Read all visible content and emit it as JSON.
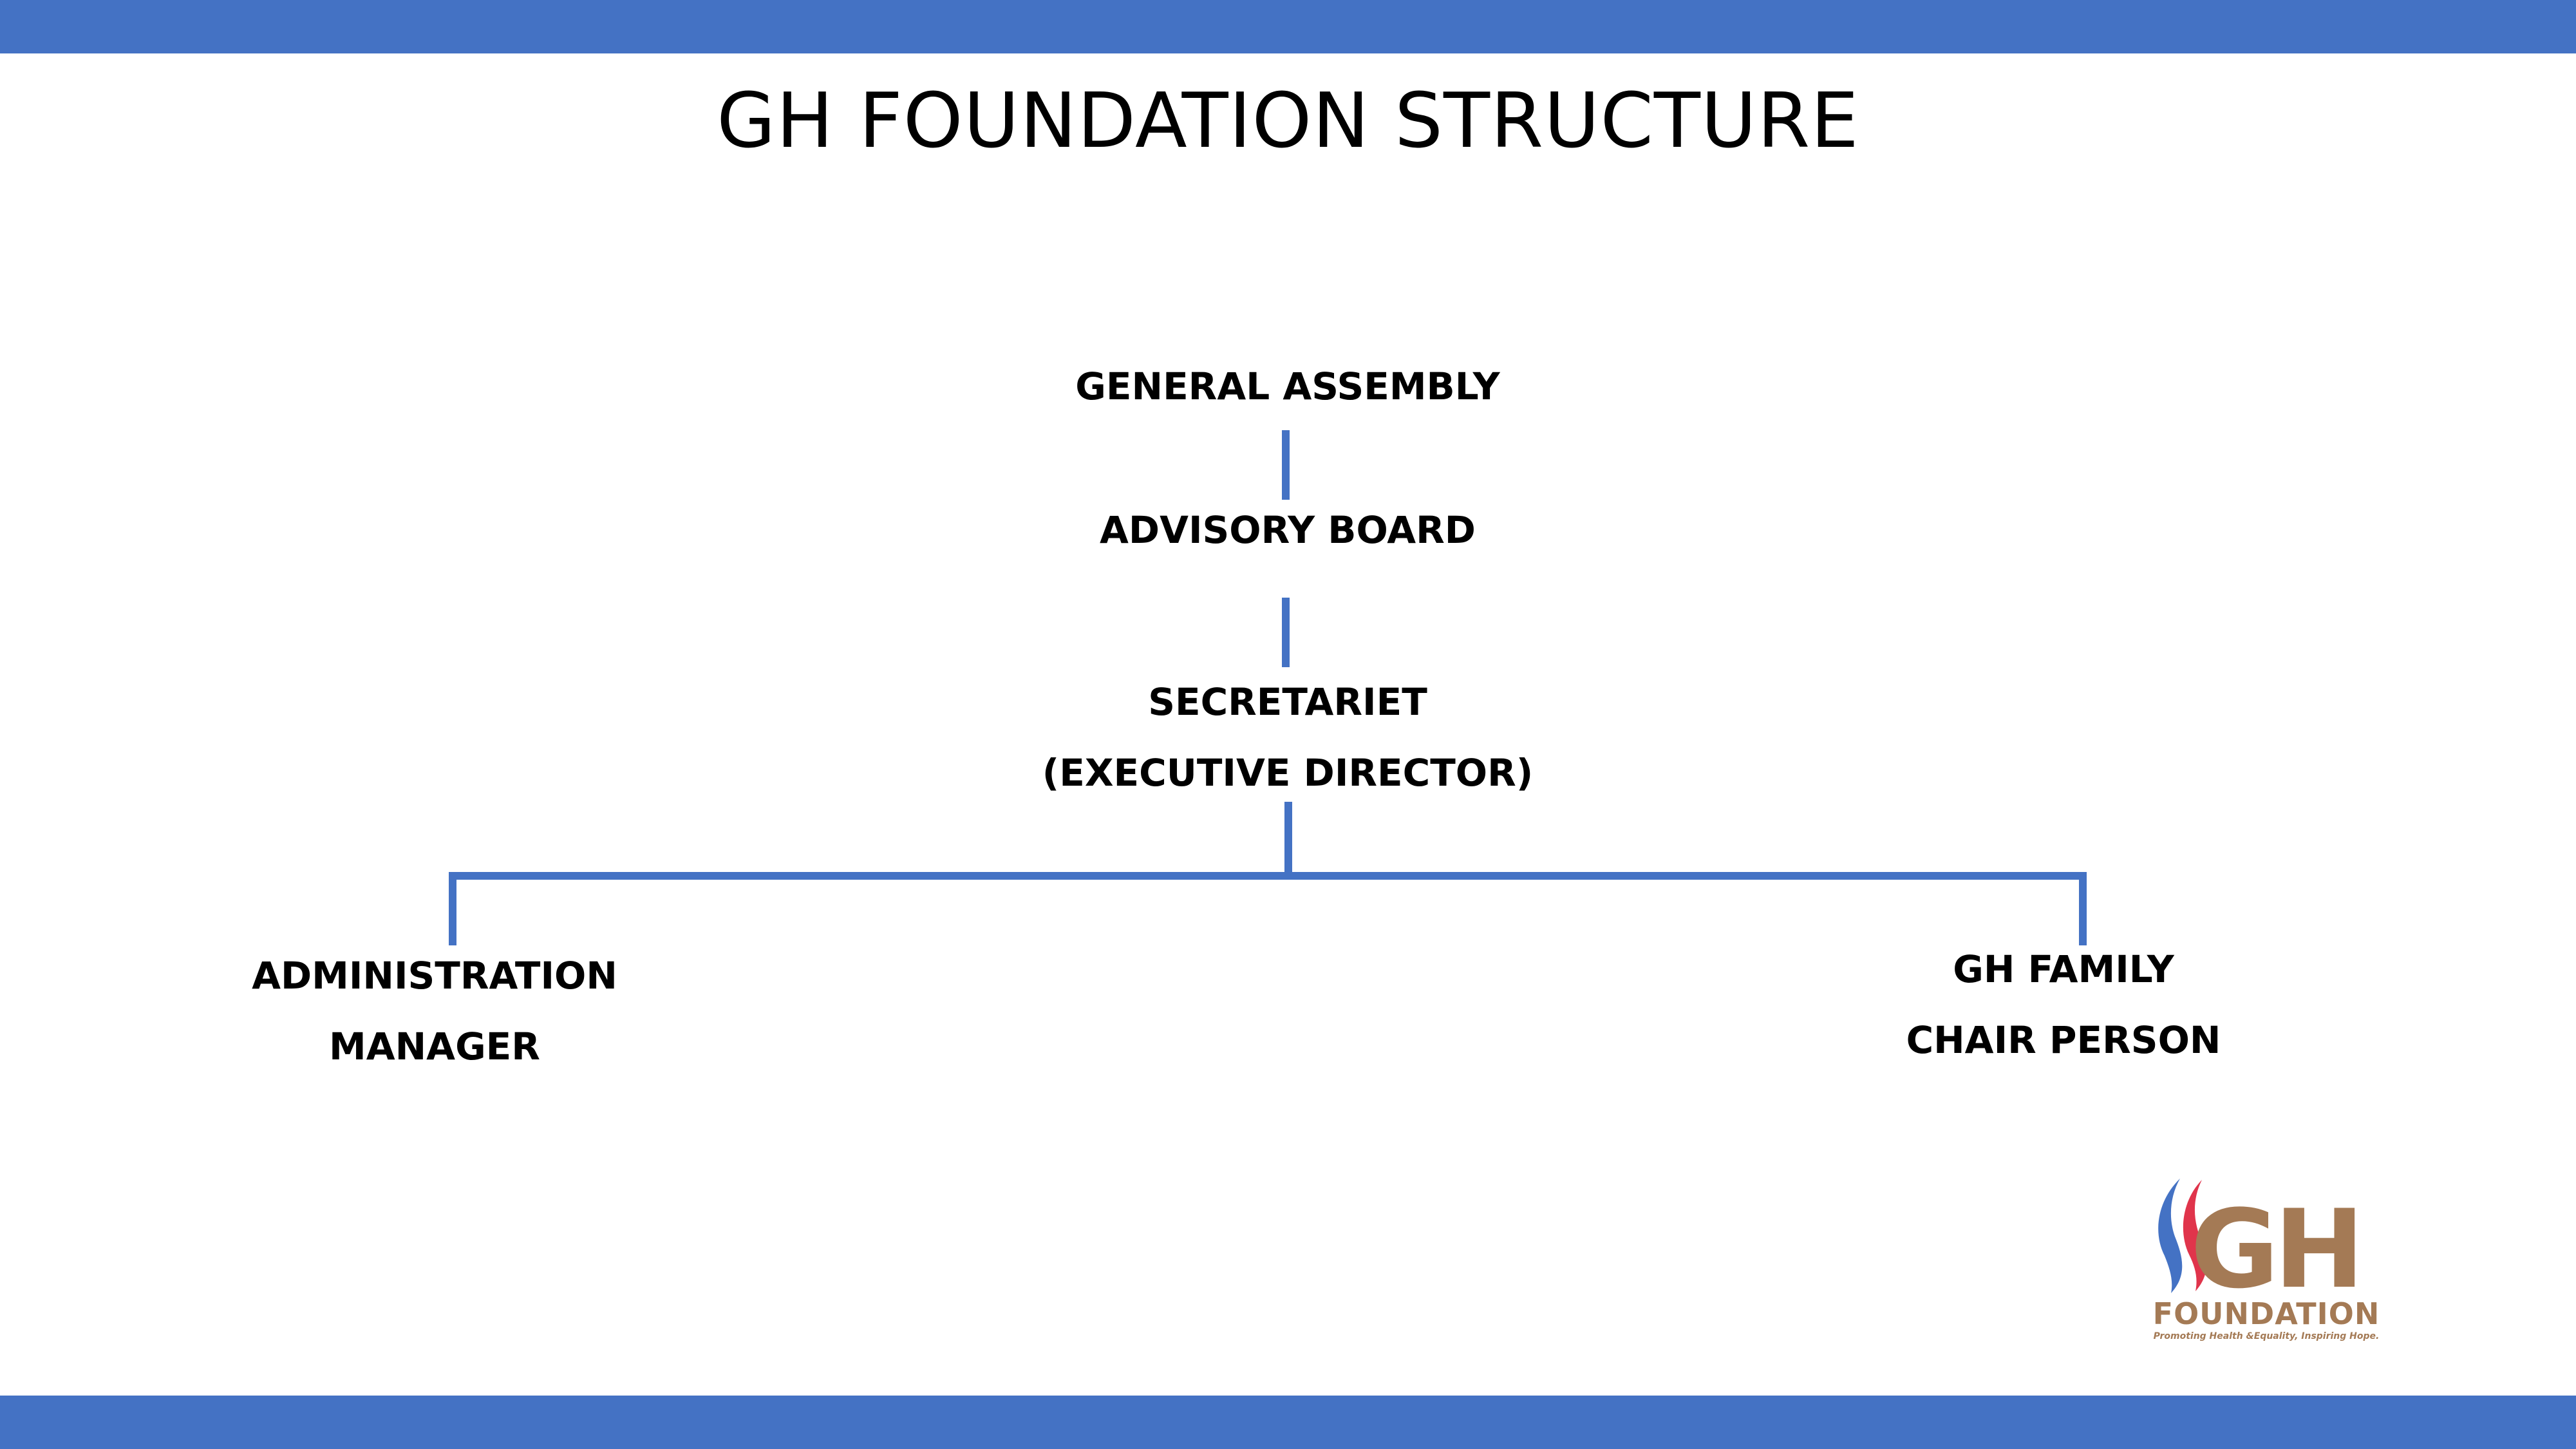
{
  "slide": {
    "title": "GH FOUNDATION STRUCTURE",
    "accent_color": "#4472C4"
  },
  "org_chart": {
    "general_assembly": "GENERAL ASSEMBLY",
    "advisory_board": "ADVISORY BOARD",
    "secretariat": {
      "line1": "SECRETARIET",
      "line2": "(EXECUTIVE DIRECTOR)"
    },
    "administration": {
      "line1": "ADMINISTRATION",
      "line2": "MANAGER"
    },
    "gh_family": {
      "line1": "GH FAMILY",
      "line2": "CHAIR PERSON"
    }
  },
  "logo": {
    "letters": "GH",
    "name": "FOUNDATION",
    "tagline": "Promoting Health &Equality, Inspiring Hope.",
    "colors": {
      "blue": "#4472C4",
      "red": "#E0344B",
      "brown": "#A47A55"
    }
  }
}
